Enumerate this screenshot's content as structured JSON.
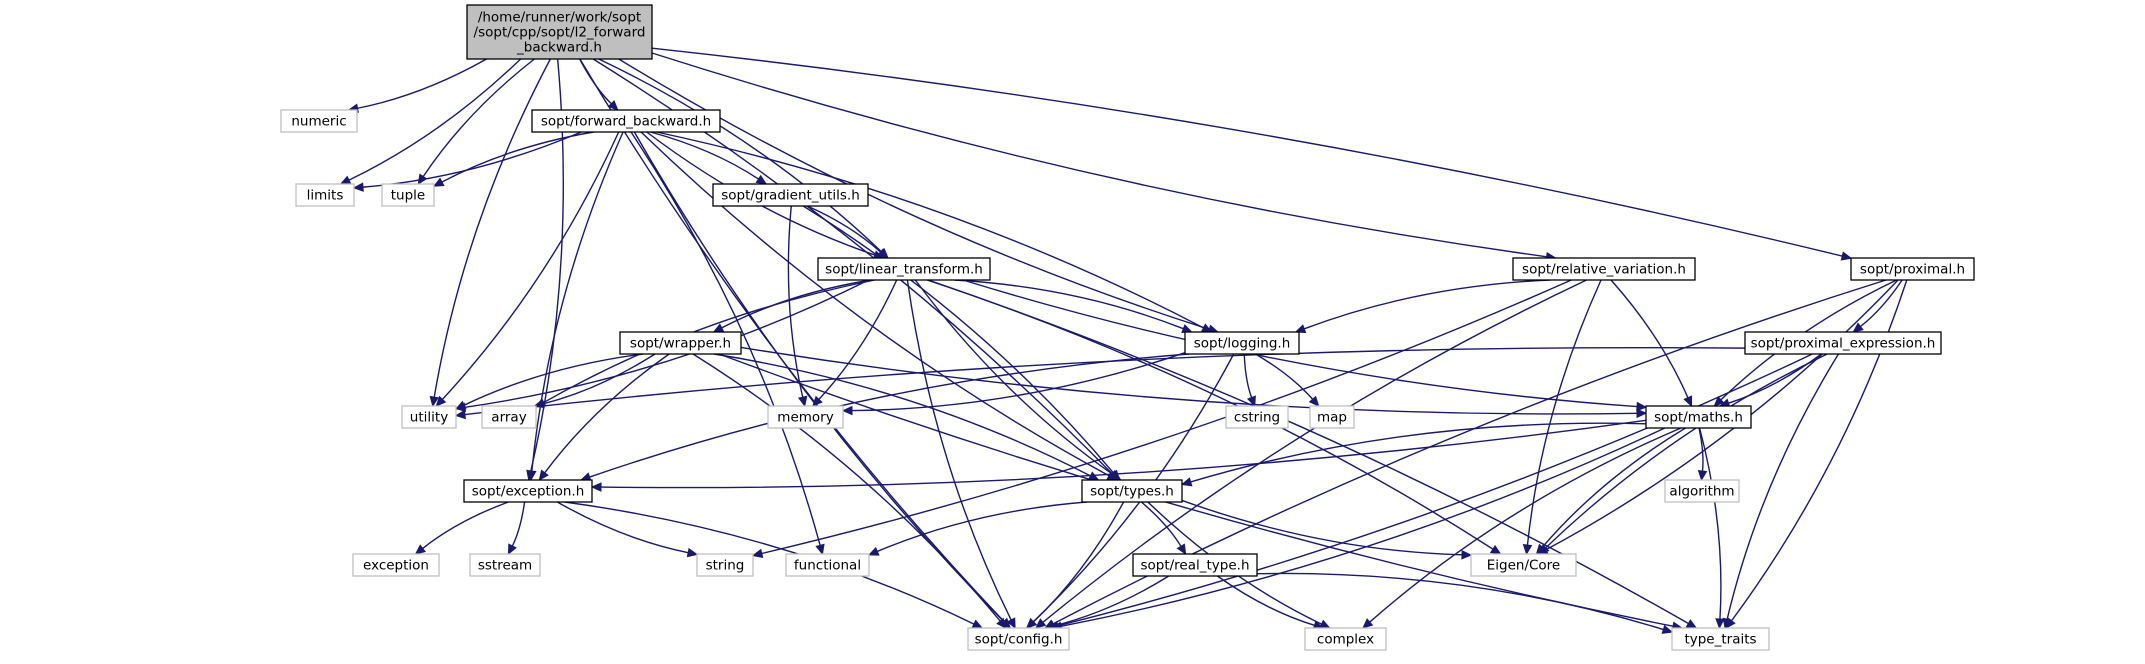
{
  "colors": {
    "edge": "#191970",
    "root_fill": "#bfbfbf",
    "internal_border": "#000000",
    "external_border": "#bfbfbf"
  },
  "nodes": [
    {
      "id": "root",
      "kind": "root",
      "lines": [
        "/home/runner/work/sopt",
        "/sopt/cpp/sopt/l2_forward",
        "_backward.h"
      ]
    },
    {
      "id": "numeric",
      "kind": "external",
      "lines": [
        "numeric"
      ]
    },
    {
      "id": "fb",
      "kind": "internal",
      "lines": [
        "sopt/forward_backward.h"
      ]
    },
    {
      "id": "limits",
      "kind": "external",
      "lines": [
        "limits"
      ]
    },
    {
      "id": "tuple",
      "kind": "external",
      "lines": [
        "tuple"
      ]
    },
    {
      "id": "grad",
      "kind": "internal",
      "lines": [
        "sopt/gradient_utils.h"
      ]
    },
    {
      "id": "lt",
      "kind": "internal",
      "lines": [
        "sopt/linear_transform.h"
      ]
    },
    {
      "id": "relvar",
      "kind": "internal",
      "lines": [
        "sopt/relative_variation.h"
      ]
    },
    {
      "id": "prox",
      "kind": "internal",
      "lines": [
        "sopt/proximal.h"
      ]
    },
    {
      "id": "wrapper",
      "kind": "internal",
      "lines": [
        "sopt/wrapper.h"
      ]
    },
    {
      "id": "logging",
      "kind": "internal",
      "lines": [
        "sopt/logging.h"
      ]
    },
    {
      "id": "proxexpr",
      "kind": "internal",
      "lines": [
        "sopt/proximal_expression.h"
      ]
    },
    {
      "id": "utility",
      "kind": "external",
      "lines": [
        "utility"
      ]
    },
    {
      "id": "array",
      "kind": "external",
      "lines": [
        "array"
      ]
    },
    {
      "id": "memory",
      "kind": "external",
      "lines": [
        "memory"
      ]
    },
    {
      "id": "cstring",
      "kind": "external",
      "lines": [
        "cstring"
      ]
    },
    {
      "id": "map",
      "kind": "external",
      "lines": [
        "map"
      ]
    },
    {
      "id": "maths",
      "kind": "internal",
      "lines": [
        "sopt/maths.h"
      ]
    },
    {
      "id": "exception",
      "kind": "internal",
      "lines": [
        "sopt/exception.h"
      ]
    },
    {
      "id": "types",
      "kind": "internal",
      "lines": [
        "sopt/types.h"
      ]
    },
    {
      "id": "algorithm",
      "kind": "external",
      "lines": [
        "algorithm"
      ]
    },
    {
      "id": "exc_std",
      "kind": "external",
      "lines": [
        "exception"
      ]
    },
    {
      "id": "sstream",
      "kind": "external",
      "lines": [
        "sstream"
      ]
    },
    {
      "id": "string",
      "kind": "external",
      "lines": [
        "string"
      ]
    },
    {
      "id": "functional",
      "kind": "external",
      "lines": [
        "functional"
      ]
    },
    {
      "id": "realtype",
      "kind": "internal",
      "lines": [
        "sopt/real_type.h"
      ]
    },
    {
      "id": "eigen",
      "kind": "external",
      "lines": [
        "Eigen/Core"
      ]
    },
    {
      "id": "config",
      "kind": "external",
      "lines": [
        "sopt/config.h"
      ]
    },
    {
      "id": "complex",
      "kind": "external",
      "lines": [
        "complex"
      ]
    },
    {
      "id": "typetraits",
      "kind": "external",
      "lines": [
        "type_traits"
      ]
    }
  ],
  "edges": [
    [
      "root",
      "numeric"
    ],
    [
      "root",
      "fb"
    ],
    [
      "root",
      "limits"
    ],
    [
      "root",
      "tuple"
    ],
    [
      "root",
      "lt"
    ],
    [
      "root",
      "logging"
    ],
    [
      "root",
      "types"
    ],
    [
      "root",
      "relvar"
    ],
    [
      "root",
      "prox"
    ],
    [
      "root",
      "utility"
    ],
    [
      "root",
      "exception"
    ],
    [
      "root",
      "config"
    ],
    [
      "fb",
      "limits"
    ],
    [
      "fb",
      "tuple"
    ],
    [
      "fb",
      "grad"
    ],
    [
      "fb",
      "lt"
    ],
    [
      "fb",
      "logging"
    ],
    [
      "fb",
      "types"
    ],
    [
      "fb",
      "utility"
    ],
    [
      "fb",
      "exception"
    ],
    [
      "fb",
      "functional"
    ],
    [
      "fb",
      "config"
    ],
    [
      "grad",
      "lt"
    ],
    [
      "grad",
      "memory"
    ],
    [
      "grad",
      "types"
    ],
    [
      "lt",
      "wrapper"
    ],
    [
      "lt",
      "logging"
    ],
    [
      "lt",
      "maths"
    ],
    [
      "lt",
      "utility"
    ],
    [
      "lt",
      "array"
    ],
    [
      "lt",
      "memory"
    ],
    [
      "lt",
      "types"
    ],
    [
      "lt",
      "eigen"
    ],
    [
      "lt",
      "config"
    ],
    [
      "lt",
      "typetraits"
    ],
    [
      "wrapper",
      "utility"
    ],
    [
      "wrapper",
      "array"
    ],
    [
      "wrapper",
      "exception"
    ],
    [
      "wrapper",
      "types"
    ],
    [
      "wrapper",
      "maths"
    ],
    [
      "wrapper",
      "config"
    ],
    [
      "wrapper",
      "typetraits"
    ],
    [
      "logging",
      "memory"
    ],
    [
      "logging",
      "cstring"
    ],
    [
      "logging",
      "map"
    ],
    [
      "logging",
      "exception"
    ],
    [
      "logging",
      "config"
    ],
    [
      "relvar",
      "logging"
    ],
    [
      "relvar",
      "maths"
    ],
    [
      "relvar",
      "eigen"
    ],
    [
      "relvar",
      "string"
    ],
    [
      "relvar",
      "config"
    ],
    [
      "prox",
      "proxexpr"
    ],
    [
      "prox",
      "maths"
    ],
    [
      "prox",
      "eigen"
    ],
    [
      "prox",
      "config"
    ],
    [
      "prox",
      "typetraits"
    ],
    [
      "proxexpr",
      "utility"
    ],
    [
      "proxexpr",
      "maths"
    ],
    [
      "proxexpr",
      "eigen"
    ],
    [
      "proxexpr",
      "config"
    ],
    [
      "proxexpr",
      "typetraits"
    ],
    [
      "maths",
      "exception"
    ],
    [
      "maths",
      "types"
    ],
    [
      "maths",
      "algorithm"
    ],
    [
      "maths",
      "eigen"
    ],
    [
      "maths",
      "config"
    ],
    [
      "maths",
      "complex"
    ],
    [
      "maths",
      "typetraits"
    ],
    [
      "exception",
      "exc_std"
    ],
    [
      "exception",
      "sstream"
    ],
    [
      "exception",
      "string"
    ],
    [
      "exception",
      "config"
    ],
    [
      "types",
      "functional"
    ],
    [
      "types",
      "realtype"
    ],
    [
      "types",
      "eigen"
    ],
    [
      "types",
      "config"
    ],
    [
      "types",
      "complex"
    ],
    [
      "realtype",
      "config"
    ],
    [
      "realtype",
      "complex"
    ],
    [
      "realtype",
      "typetraits"
    ]
  ]
}
